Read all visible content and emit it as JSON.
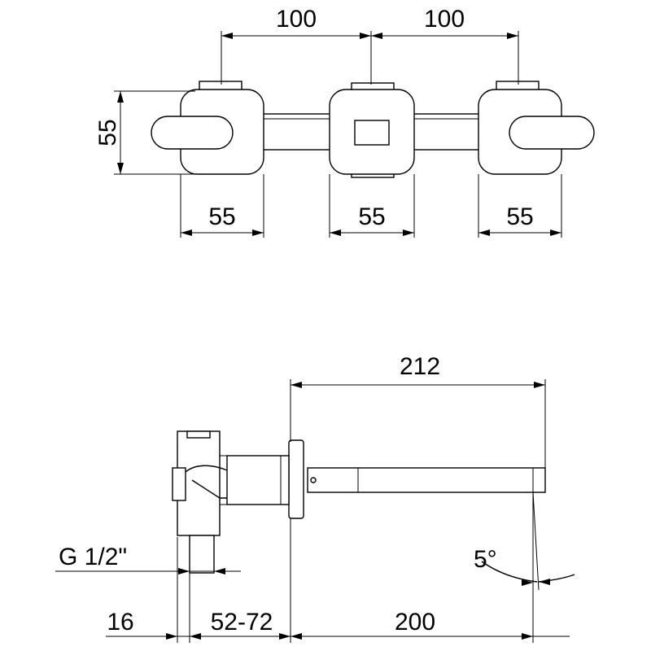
{
  "top_view": {
    "spacing_left": "100",
    "spacing_right": "100",
    "height": "55",
    "width_left": "55",
    "width_center": "55",
    "width_right": "55"
  },
  "side_view": {
    "spout_length": "212",
    "thread": "G 1/2\"",
    "angle": "5°",
    "offset": "16",
    "wall_depth": "52-72",
    "projection": "200"
  }
}
